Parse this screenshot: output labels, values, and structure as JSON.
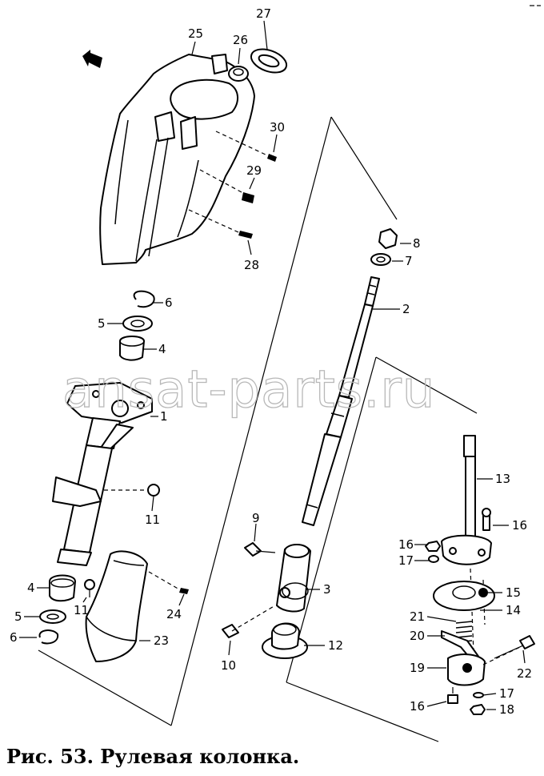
{
  "caption": "Рис. 53. Рулевая колонка.",
  "watermark": "ansat-parts.ru",
  "callouts": {
    "c1": "1",
    "c2": "2",
    "c3": "3",
    "c4a": "4",
    "c4b": "4",
    "c5a": "5",
    "c5b": "5",
    "c6a": "6",
    "c6b": "6",
    "c7": "7",
    "c8": "8",
    "c9": "9",
    "c10": "10",
    "c11a": "11",
    "c11b": "11",
    "c12": "12",
    "c13": "13",
    "c14": "14",
    "c15": "15",
    "c16a": "16",
    "c16b": "16",
    "c16c": "16",
    "c17a": "17",
    "c17b": "17",
    "c18": "18",
    "c19": "19",
    "c20": "20",
    "c21": "21",
    "c22": "22",
    "c23": "23",
    "c24": "24",
    "c25": "25",
    "c26": "26",
    "c27": "27",
    "c28": "28",
    "c29": "29",
    "c30": "30"
  }
}
